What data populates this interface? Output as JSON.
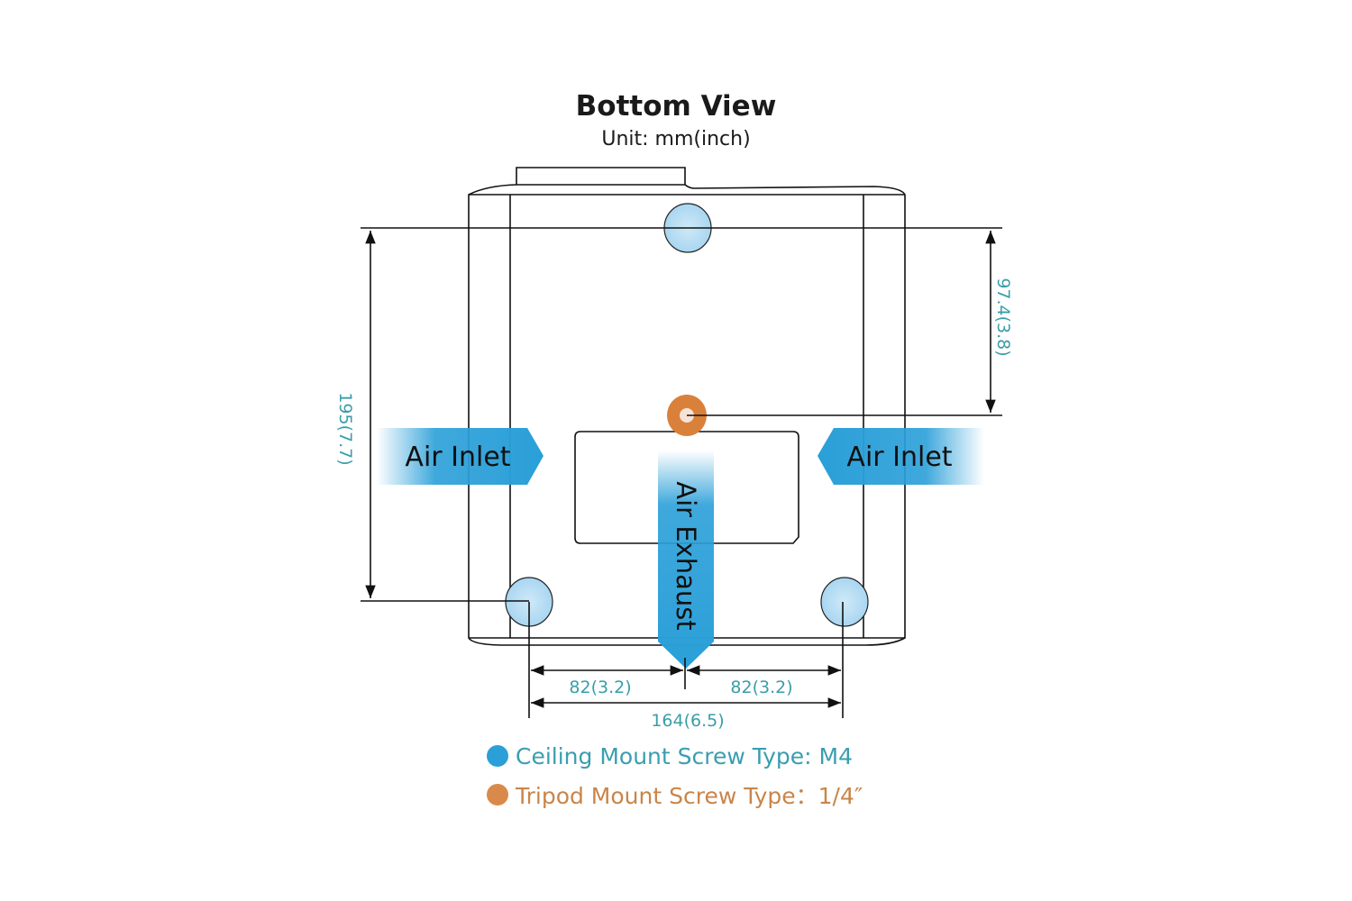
{
  "header": {
    "title": "Bottom View",
    "unit": "Unit: mm(inch)"
  },
  "labels": {
    "air_inlet_left": "Air Inlet",
    "air_inlet_right": "Air Inlet",
    "air_exhaust": "Air Exhaust"
  },
  "dimensions": {
    "total_depth": "195(7.7)",
    "tripod_offset": "97.4(3.8)",
    "half_width_left": "82(3.2)",
    "half_width_right": "82(3.2)",
    "total_width": "164(6.5)"
  },
  "legend": [
    {
      "label": "Ceiling Mount Screw Type: M4",
      "color": "#2a9fd8"
    },
    {
      "label": "Tripod Mount Screw Type：1/4″",
      "color": "#d98a4a"
    }
  ],
  "colors": {
    "accent_blue": "#2a9fd8",
    "dimension_teal": "#3a9ea8",
    "tripod_orange": "#d9803a"
  }
}
